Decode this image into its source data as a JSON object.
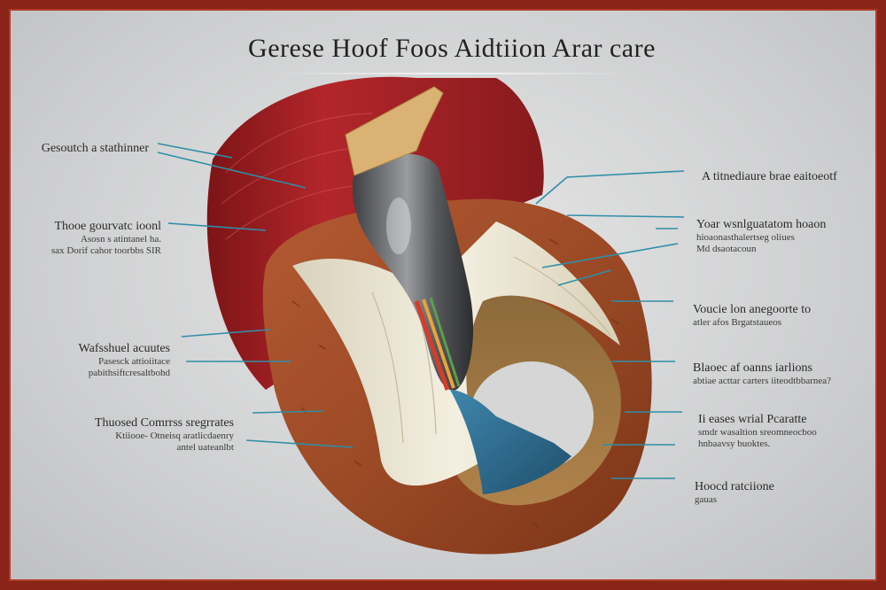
{
  "title": "Gerese Hoof Foos Aidtiion Arar care",
  "colors": {
    "frame": "#8a2418",
    "leader_line": "#2f8ea8",
    "outer_wall": "#a8432a",
    "hoof_red": "#a41f24",
    "bone": "#efe9d6",
    "metal": "#6c6e72",
    "blue_tissue": "#2f6e92",
    "horn": "#d6b070"
  },
  "labels_left": [
    {
      "main": "Gesoutch a stathinner",
      "sub": []
    },
    {
      "main": "Thooe gourvatc ioonl",
      "sub": [
        "Asosn s atintanel ha.",
        "sax Dorif cahor toorbbs SIR"
      ]
    },
    {
      "main": "Wafsshuel acuutes",
      "sub": [
        "Pasesck attioiitace",
        "pabithsiftcresaltbohd"
      ]
    },
    {
      "main": "Thuosed Comrrss sregrrates",
      "sub": [
        "Ktiiooe- Otneisq aratlicdaenry",
        "antel uateanlbt"
      ]
    }
  ],
  "labels_right": [
    {
      "main": "A titnediaure brae eaitoeotf",
      "sub": []
    },
    {
      "main": "Yoar wsnlguatatom hoaon",
      "sub": [
        "hioaonasthalertseg oliues",
        "Md dsaotacoun"
      ]
    },
    {
      "main": "Voucie lon anegoorte to",
      "sub": [
        "atler afos Brgatstaueos"
      ]
    },
    {
      "main": "Blaoec af oanns iarlions",
      "sub": [
        "abtiae acttar carters iiteodtbbarnea?"
      ]
    },
    {
      "main": "Ii eases wrial Pcaratte",
      "sub": [
        "smdr wasaltion sreomneocboo",
        "hnbaavsy buoktes."
      ]
    },
    {
      "main": "Hoocd ratciione",
      "sub": [
        "gauas"
      ]
    }
  ]
}
